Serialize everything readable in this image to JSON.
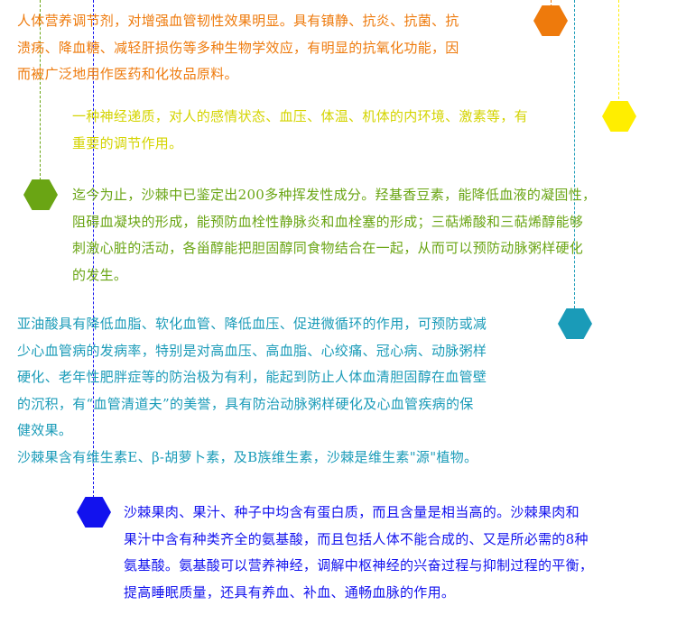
{
  "colors": {
    "orange": "#ee7a0c",
    "yellow": "#ffee00",
    "yellow_text": "#d4d400",
    "green": "#6aa514",
    "teal": "#1a9bb8",
    "blue": "#1212ee"
  },
  "paragraphs": {
    "p1": [
      "人体营养调节剂，对增强血管韧性效果明显。具有镇静、抗炎、抗菌、抗",
      "溃疡、降血糖、减轻肝损伤等多种生物学效应，有明显的抗氧化功能，因",
      "而被广泛地用作医药和化妆品原料。"
    ],
    "p2": [
      "一种神经递质，对人的感情状态、血压、体温、机体的内环境、激素等，有",
      "重要的调节作用。"
    ],
    "p3": [
      "迄今为止，沙棘中已鉴定出200多种挥发性成分。羟基香豆素，能降低血液的凝固性，",
      "阻碍血凝块的形成，能预防血栓性静脉炎和血栓塞的形成；三萜烯酸和三萜烯醇能够",
      "刺激心脏的活动，各甾醇能把胆固醇同食物结合在一起，从而可以预防动脉粥样硬化",
      "的发生。"
    ],
    "p4": [
      "亚油酸具有降低血脂、软化血管、降低血压、促进微循环的作用，可预防或减",
      "少心血管病的发病率，特别是对高血压、高血脂、心绞痛、冠心病、动脉粥样",
      "硬化、老年性肥胖症等的防治极为有利，能起到防止人体血清胆固醇在血管壁",
      "的沉积，有“血管清道夫”的美誉，具有防治动脉粥样硬化及心血管疾病的保",
      "健效果。"
    ],
    "p5": [
      "沙棘果含有维生素E、β-胡萝卜素，及B族维生素，沙棘是维生素\"源\"植物。"
    ],
    "p6": [
      "沙棘果肉、果汁、种子中均含有蛋白质，而且含量是相当高的。沙棘果肉和",
      "果汁中含有种类齐全的氨基酸，而且包括人体不能合成的、又是所必需的8种",
      "氨基酸。氨基酸可以营养神经，调解中枢神经的兴奋过程与抑制过程的平衡，",
      "提高睡眠质量，还具有养血、补血、通畅血脉的作用。"
    ]
  }
}
